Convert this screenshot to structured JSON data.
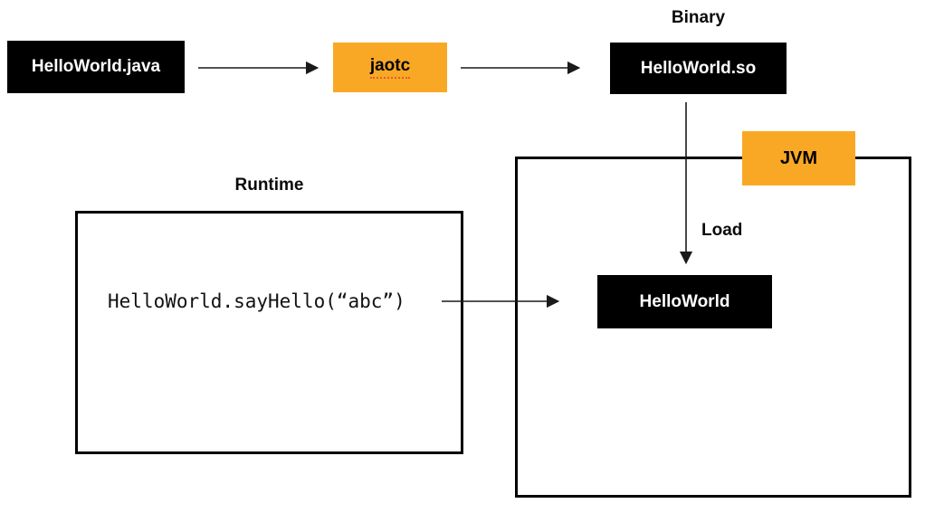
{
  "diagram": {
    "title_context": "Java AOT compilation flow",
    "nodes": {
      "source_file": {
        "label": "HelloWorld.java"
      },
      "compiler": {
        "label": "jaotc"
      },
      "binary_file": {
        "label": "HelloWorld.so"
      },
      "loaded_class": {
        "label": "HelloWorld"
      }
    },
    "labels": {
      "binary": "Binary",
      "jvm": "JVM",
      "load": "Load",
      "runtime": "Runtime"
    },
    "code": {
      "call": "HelloWorld.sayHello(“abc”)"
    },
    "colors": {
      "node_fill_black": "#000000",
      "accent_orange": "#F9A826",
      "line": "#1a1a1a",
      "background": "#ffffff"
    }
  }
}
